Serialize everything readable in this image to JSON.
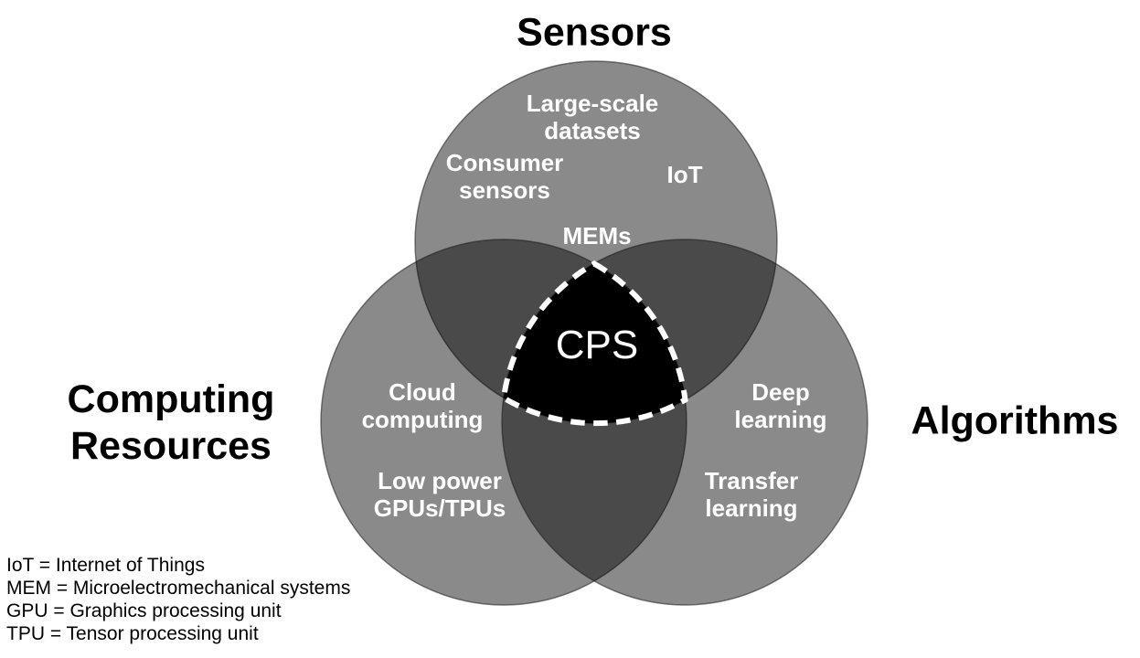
{
  "background": "#ffffff",
  "venn": {
    "center_label": "CPS",
    "sets": [
      {
        "id": "sensors",
        "title": "Sensors",
        "items": [
          "Large-scale\ndatasets",
          "Consumer\nsensors",
          "IoT",
          "MEMs"
        ]
      },
      {
        "id": "computing-resources",
        "title": "Computing\nResources",
        "items": [
          "Cloud\ncomputing",
          "Low power\nGPUs/TPUs"
        ]
      },
      {
        "id": "algorithms",
        "title": "Algorithms",
        "items": [
          "Deep\nlearning",
          "Transfer\nlearning"
        ]
      }
    ],
    "colors": {
      "set_fill": "#8c8c8c",
      "pair_overlap": "#4a4a4a",
      "center_fill": "#000000",
      "center_border": "#ffffff",
      "item_text": "#ffffff",
      "title_text": "#000000",
      "background": "#ffffff"
    }
  },
  "legend": {
    "lines": [
      "IoT = Internet of Things",
      "MEM = Microelectromechanical systems",
      "GPU = Graphics processing unit",
      "TPU = Tensor processing unit"
    ]
  }
}
